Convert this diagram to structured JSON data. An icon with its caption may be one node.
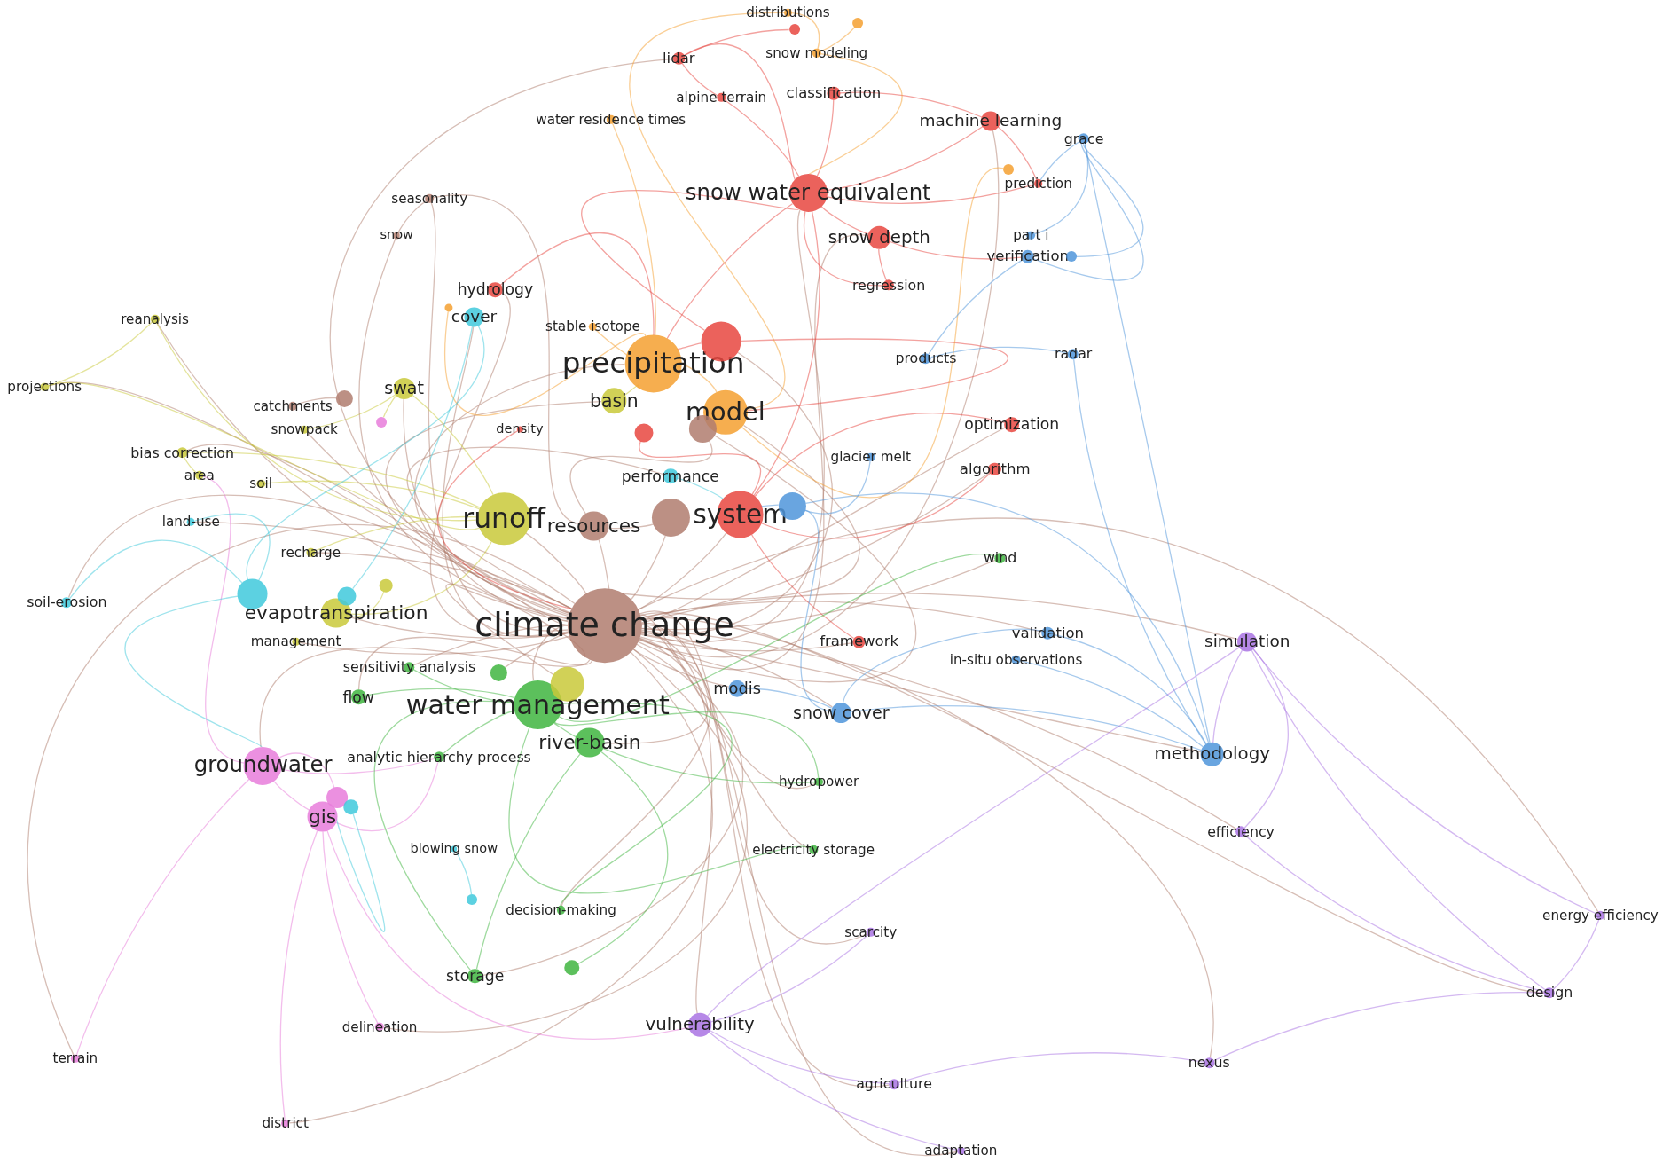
{
  "diagram": {
    "nodes": [
      {
        "text": [
          "distributions"
        ]
      },
      {
        "text": [
          "snow modeling"
        ]
      },
      {
        "text": [
          "lidar"
        ]
      },
      {
        "text": [
          "alpine terrain"
        ]
      },
      {
        "text": [
          "classification"
        ]
      },
      {
        "text": [
          "water residence times"
        ]
      },
      {
        "text": [
          "machine learning"
        ]
      },
      {
        "text": [
          "grace"
        ]
      },
      {
        "text": [
          "snow water equivalent"
        ]
      },
      {
        "text": [
          "prediction"
        ]
      },
      {
        "text": [
          "seasonality"
        ]
      },
      {
        "text": [
          "snow"
        ]
      },
      {
        "text": [
          "snow depth"
        ]
      },
      {
        "text": [
          "part i"
        ]
      },
      {
        "text": [
          "verification"
        ]
      },
      {
        "text": [
          "regression"
        ]
      },
      {
        "text": [
          "hydrology"
        ]
      },
      {
        "text": [
          "cover"
        ]
      },
      {
        "text": [
          "stable isotope"
        ]
      },
      {
        "text": [
          "reanalysis"
        ]
      },
      {
        "text": [
          "precipitation"
        ]
      },
      {
        "text": [
          "products"
        ]
      },
      {
        "text": [
          "radar"
        ]
      },
      {
        "text": [
          "projections"
        ]
      },
      {
        "text": [
          "swat"
        ]
      },
      {
        "text": [
          "catchments"
        ]
      },
      {
        "text": [
          "model"
        ]
      },
      {
        "text": [
          "basin"
        ]
      },
      {
        "text": [
          "density"
        ]
      },
      {
        "text": [
          "optimization"
        ]
      },
      {
        "text": [
          "snowpack"
        ]
      },
      {
        "text": [
          "bias correction"
        ]
      },
      {
        "text": [
          "area"
        ]
      },
      {
        "text": [
          "soil"
        ]
      },
      {
        "text": [
          "glacier melt"
        ]
      },
      {
        "text": [
          "algorithm"
        ]
      },
      {
        "text": [
          "performance"
        ]
      },
      {
        "text": [
          "runoff"
        ]
      },
      {
        "text": [
          "resources"
        ]
      },
      {
        "text": [
          "system"
        ]
      },
      {
        "text": [
          "land-use"
        ]
      },
      {
        "text": [
          "recharge"
        ]
      },
      {
        "text": [
          "wind"
        ]
      },
      {
        "text": [
          "soil-erosion"
        ]
      },
      {
        "text": [
          "evapotranspiration"
        ]
      },
      {
        "text": [
          "climate change"
        ]
      },
      {
        "text": [
          "management"
        ]
      },
      {
        "text": [
          "framework"
        ]
      },
      {
        "text": [
          "validation"
        ]
      },
      {
        "text": [
          "simulation"
        ]
      },
      {
        "text": [
          "in-situ observations"
        ]
      },
      {
        "text": [
          "sensitivity analysis"
        ]
      },
      {
        "text": [
          "flow"
        ]
      },
      {
        "text": [
          "water management"
        ]
      },
      {
        "text": [
          "modis"
        ]
      },
      {
        "text": [
          "snow cover"
        ]
      },
      {
        "text": [
          "groundwater"
        ]
      },
      {
        "text": [
          "river-basin"
        ]
      },
      {
        "text": [
          "analytic hierarchy process"
        ]
      },
      {
        "text": [
          "methodology"
        ]
      },
      {
        "text": [
          "hydropower"
        ]
      },
      {
        "text": [
          "gis"
        ]
      },
      {
        "text": [
          "efficiency"
        ]
      },
      {
        "text": [
          "blowing snow"
        ]
      },
      {
        "text": [
          "electricity storage"
        ]
      },
      {
        "text": [
          "decision-making"
        ]
      },
      {
        "text": [
          "energy efficiency"
        ]
      },
      {
        "text": [
          "scarcity"
        ]
      },
      {
        "text": [
          "storage"
        ]
      },
      {
        "text": [
          "design"
        ]
      },
      {
        "text": [
          "vulnerability"
        ]
      },
      {
        "text": [
          "delineation"
        ]
      },
      {
        "text": [
          "terrain"
        ]
      },
      {
        "text": [
          "nexus"
        ]
      },
      {
        "text": [
          "agriculture"
        ]
      },
      {
        "text": [
          "district"
        ]
      },
      {
        "text": [
          "adaptation"
        ]
      },
      {
        "text": [],
        "shape": "circle"
      },
      {
        "text": [],
        "shape": "circle"
      },
      {
        "text": [],
        "shape": "circle"
      },
      {
        "text": [],
        "shape": "circle"
      },
      {
        "text": [],
        "shape": "circle"
      },
      {
        "text": [],
        "shape": "circle"
      },
      {
        "text": [],
        "shape": "circle"
      },
      {
        "text": [],
        "shape": "circle"
      },
      {
        "text": [],
        "shape": "circle"
      },
      {
        "text": [],
        "shape": "circle"
      },
      {
        "text": [],
        "shape": "circle"
      },
      {
        "text": [],
        "shape": "circle"
      },
      {
        "text": [],
        "shape": "circle"
      },
      {
        "text": [],
        "shape": "circle"
      },
      {
        "text": [],
        "shape": "circle"
      },
      {
        "text": [],
        "shape": "circle"
      },
      {
        "text": [],
        "shape": "circle"
      },
      {
        "text": [],
        "shape": "circle"
      },
      {
        "text": [],
        "shape": "circle"
      },
      {
        "text": [],
        "shape": "circle"
      },
      {
        "text": [],
        "shape": "circle"
      }
    ],
    "edges": [
      {
        "from": 45,
        "to": 8,
        "arrow": "none"
      },
      {
        "from": 45,
        "to": 12,
        "arrow": "none"
      },
      {
        "from": 45,
        "to": 20,
        "arrow": "none"
      },
      {
        "from": 45,
        "to": 26,
        "arrow": "none"
      },
      {
        "from": 45,
        "to": 37,
        "arrow": "none"
      },
      {
        "from": 45,
        "to": 38,
        "arrow": "none"
      },
      {
        "from": 45,
        "to": 39,
        "arrow": "none"
      },
      {
        "from": 45,
        "to": 53,
        "arrow": "none"
      },
      {
        "from": 45,
        "to": 56,
        "arrow": "none"
      },
      {
        "from": 45,
        "to": 57,
        "arrow": "none"
      },
      {
        "from": 61,
        "to": 58,
        "arrow": "none",
        "color": "#e77cda"
      },
      {
        "from": 45,
        "to": 44,
        "arrow": "none"
      },
      {
        "from": 45,
        "to": 24,
        "arrow": "none"
      },
      {
        "from": 45,
        "to": 27,
        "arrow": "none"
      },
      {
        "from": 45,
        "to": 16,
        "arrow": "none"
      },
      {
        "from": 45,
        "to": 17,
        "arrow": "none"
      },
      {
        "from": 45,
        "to": 49,
        "arrow": "none"
      },
      {
        "from": 45,
        "to": 59,
        "arrow": "none"
      },
      {
        "from": 45,
        "to": 54,
        "arrow": "none"
      },
      {
        "from": 45,
        "to": 55,
        "arrow": "none"
      },
      {
        "from": 45,
        "to": 70,
        "arrow": "none"
      },
      {
        "from": 45,
        "to": 68,
        "arrow": "none"
      },
      {
        "from": 45,
        "to": 65,
        "arrow": "none"
      },
      {
        "from": 45,
        "to": 67,
        "arrow": "none"
      },
      {
        "from": 45,
        "to": 2,
        "arrow": "none"
      },
      {
        "from": 45,
        "to": 6,
        "arrow": "none"
      },
      {
        "from": 45,
        "to": 29,
        "arrow": "none"
      },
      {
        "from": 45,
        "to": 35,
        "arrow": "none"
      },
      {
        "from": 45,
        "to": 47,
        "arrow": "none"
      },
      {
        "from": 45,
        "to": 48,
        "arrow": "none"
      },
      {
        "from": 45,
        "to": 42,
        "arrow": "none"
      },
      {
        "from": 45,
        "to": 60,
        "arrow": "none"
      },
      {
        "from": 45,
        "to": 64,
        "arrow": "none"
      },
      {
        "from": 45,
        "to": 51,
        "arrow": "none"
      },
      {
        "from": 45,
        "to": 52,
        "arrow": "none"
      },
      {
        "from": 56,
        "to": 58,
        "arrow": "none",
        "color": "#e77cda"
      },
      {
        "from": 45,
        "to": 36,
        "arrow": "none"
      },
      {
        "from": 45,
        "to": 41,
        "arrow": "none"
      },
      {
        "from": 45,
        "to": 10,
        "arrow": "none"
      },
      {
        "from": 45,
        "to": 19,
        "arrow": "none"
      },
      {
        "from": 45,
        "to": 31,
        "arrow": "none"
      },
      {
        "from": 45,
        "to": 23,
        "arrow": "none"
      },
      {
        "from": 45,
        "to": 40,
        "arrow": "none"
      },
      {
        "from": 45,
        "to": 43,
        "arrow": "none"
      },
      {
        "from": 45,
        "to": 46,
        "arrow": "none"
      },
      {
        "from": 45,
        "to": 69,
        "arrow": "none"
      },
      {
        "from": 45,
        "to": 73,
        "arrow": "none"
      },
      {
        "from": 45,
        "to": 74,
        "arrow": "none"
      },
      {
        "from": 45,
        "to": 76,
        "arrow": "none"
      },
      {
        "from": 45,
        "to": 71,
        "arrow": "none"
      },
      {
        "from": 45,
        "to": 72,
        "arrow": "none"
      },
      {
        "from": 45,
        "to": 75,
        "arrow": "none"
      },
      {
        "from": 45,
        "to": 66,
        "arrow": "none"
      },
      {
        "from": 45,
        "to": 62,
        "arrow": "none"
      },
      {
        "from": 45,
        "to": 90,
        "arrow": "none"
      },
      {
        "from": 45,
        "to": 87,
        "arrow": "none"
      },
      {
        "from": 45,
        "to": 92,
        "arrow": "none"
      },
      {
        "from": 45,
        "to": 91,
        "arrow": "none"
      },
      {
        "from": 8,
        "to": 2,
        "arrow": "none",
        "color": "#e8463f"
      },
      {
        "from": 8,
        "to": 4,
        "arrow": "none",
        "color": "#e8463f"
      },
      {
        "from": 8,
        "to": 6,
        "arrow": "none",
        "color": "#e8463f"
      },
      {
        "from": 8,
        "to": 12,
        "arrow": "none",
        "color": "#e8463f"
      },
      {
        "from": 8,
        "to": 3,
        "arrow": "none",
        "color": "#e8463f"
      },
      {
        "from": 8,
        "to": 9,
        "arrow": "none",
        "color": "#e8463f"
      },
      {
        "from": 8,
        "to": 15,
        "arrow": "none",
        "color": "#e8463f"
      },
      {
        "from": 8,
        "to": 20,
        "arrow": "none",
        "color": "#e8463f"
      },
      {
        "from": 8,
        "to": 39,
        "arrow": "none",
        "color": "#e8463f"
      },
      {
        "from": 8,
        "to": 92,
        "arrow": "none",
        "color": "#e8463f"
      },
      {
        "from": 12,
        "to": 15,
        "arrow": "none",
        "color": "#e8463f"
      },
      {
        "from": 12,
        "to": 14,
        "arrow": "none",
        "color": "#e8463f"
      },
      {
        "from": 6,
        "to": 9,
        "arrow": "none",
        "color": "#e8463f"
      },
      {
        "from": 6,
        "to": 4,
        "arrow": "none",
        "color": "#e8463f"
      },
      {
        "from": 2,
        "to": 3,
        "arrow": "none",
        "color": "#e8463f"
      },
      {
        "from": 2,
        "to": 94,
        "arrow": "none",
        "color": "#e8463f"
      },
      {
        "from": 0,
        "to": 1,
        "arrow": "none",
        "color": "#f5a030"
      },
      {
        "from": 1,
        "to": 95,
        "arrow": "none",
        "color": "#f5a030"
      },
      {
        "from": 1,
        "to": 8,
        "arrow": "none",
        "color": "#f5a030"
      },
      {
        "from": 5,
        "to": 20,
        "arrow": "none",
        "color": "#f5a030"
      },
      {
        "from": 18,
        "to": 20,
        "arrow": "none",
        "color": "#f5a030"
      },
      {
        "from": 16,
        "to": 20,
        "arrow": "none",
        "color": "#e8463f"
      },
      {
        "from": 92,
        "to": 20,
        "arrow": "none",
        "color": "#e8463f"
      },
      {
        "from": 92,
        "to": 26,
        "arrow": "none",
        "color": "#e8463f"
      },
      {
        "from": 39,
        "to": 35,
        "arrow": "none",
        "color": "#e8463f"
      },
      {
        "from": 39,
        "to": 29,
        "arrow": "none",
        "color": "#e8463f"
      },
      {
        "from": 39,
        "to": 47,
        "arrow": "none",
        "color": "#e8463f"
      },
      {
        "from": 39,
        "to": 89,
        "arrow": "none",
        "color": "#e8463f"
      },
      {
        "from": 26,
        "to": 20,
        "arrow": "none",
        "color": "#f5a030"
      },
      {
        "from": 26,
        "to": 0,
        "arrow": "none",
        "color": "#f5a030"
      },
      {
        "from": 26,
        "to": 96,
        "arrow": "none",
        "color": "#f5a030"
      },
      {
        "from": 20,
        "to": 84,
        "arrow": "none",
        "color": "#f5a030"
      },
      {
        "from": 7,
        "to": 9,
        "arrow": "none",
        "color": "#4f95db"
      },
      {
        "from": 7,
        "to": 14,
        "arrow": "none",
        "color": "#4f95db"
      },
      {
        "from": 7,
        "to": 13,
        "arrow": "none",
        "color": "#4f95db"
      },
      {
        "from": 7,
        "to": 97,
        "arrow": "none",
        "color": "#4f95db"
      },
      {
        "from": 14,
        "to": 21,
        "arrow": "none",
        "color": "#4f95db"
      },
      {
        "from": 22,
        "to": 21,
        "arrow": "none",
        "color": "#4f95db"
      },
      {
        "from": 93,
        "to": 39,
        "arrow": "none",
        "color": "#4f95db"
      },
      {
        "from": 93,
        "to": 55,
        "arrow": "none",
        "color": "#4f95db"
      },
      {
        "from": 93,
        "to": 59,
        "arrow": "none",
        "color": "#4f95db"
      },
      {
        "from": 55,
        "to": 54,
        "arrow": "none",
        "color": "#4f95db"
      },
      {
        "from": 55,
        "to": 48,
        "arrow": "none",
        "color": "#4f95db"
      },
      {
        "from": 59,
        "to": 48,
        "arrow": "none",
        "color": "#4f95db"
      },
      {
        "from": 59,
        "to": 50,
        "arrow": "none",
        "color": "#4f95db"
      },
      {
        "from": 59,
        "to": 55,
        "arrow": "none",
        "color": "#4f95db"
      },
      {
        "from": 34,
        "to": 93,
        "arrow": "none",
        "color": "#4f95db"
      },
      {
        "from": 7,
        "to": 59,
        "arrow": "none",
        "color": "#4f95db"
      },
      {
        "from": 22,
        "to": 59,
        "arrow": "none",
        "color": "#4f95db"
      },
      {
        "from": 49,
        "to": 59,
        "arrow": "none",
        "color": "#a973e3"
      },
      {
        "from": 49,
        "to": 69,
        "arrow": "none",
        "color": "#a973e3"
      },
      {
        "from": 49,
        "to": 66,
        "arrow": "none",
        "color": "#a973e3"
      },
      {
        "from": 49,
        "to": 62,
        "arrow": "none",
        "color": "#a973e3"
      },
      {
        "from": 69,
        "to": 73,
        "arrow": "none",
        "color": "#a973e3"
      },
      {
        "from": 69,
        "to": 66,
        "arrow": "none",
        "color": "#a973e3"
      },
      {
        "from": 70,
        "to": 74,
        "arrow": "none",
        "color": "#a973e3"
      },
      {
        "from": 70,
        "to": 76,
        "arrow": "none",
        "color": "#a973e3"
      },
      {
        "from": 70,
        "to": 67,
        "arrow": "none",
        "color": "#a973e3"
      },
      {
        "from": 73,
        "to": 74,
        "arrow": "none",
        "color": "#a973e3"
      },
      {
        "from": 62,
        "to": 69,
        "arrow": "none",
        "color": "#a973e3"
      },
      {
        "from": 49,
        "to": 70,
        "arrow": "none",
        "color": "#a973e3"
      },
      {
        "from": 53,
        "to": 57,
        "arrow": "none",
        "color": "#3fb53f"
      },
      {
        "from": 53,
        "to": 68,
        "arrow": "none",
        "color": "#3fb53f"
      },
      {
        "from": 53,
        "to": 65,
        "arrow": "none",
        "color": "#3fb53f"
      },
      {
        "from": 53,
        "to": 60,
        "arrow": "none",
        "color": "#3fb53f"
      },
      {
        "from": 53,
        "to": 64,
        "arrow": "none",
        "color": "#3fb53f"
      },
      {
        "from": 57,
        "to": 68,
        "arrow": "none",
        "color": "#3fb53f"
      },
      {
        "from": 57,
        "to": 88,
        "arrow": "none",
        "color": "#3fb53f"
      },
      {
        "from": 53,
        "to": 42,
        "arrow": "none",
        "color": "#3fb53f"
      },
      {
        "from": 53,
        "to": 51,
        "arrow": "none",
        "color": "#3fb53f"
      },
      {
        "from": 53,
        "to": 52,
        "arrow": "none",
        "color": "#3fb53f"
      },
      {
        "from": 53,
        "to": 58,
        "arrow": "none",
        "color": "#3fb53f"
      },
      {
        "from": 57,
        "to": 60,
        "arrow": "none",
        "color": "#3fb53f"
      },
      {
        "from": 56,
        "to": 61,
        "arrow": "none",
        "color": "#e77cda"
      },
      {
        "from": 56,
        "to": 72,
        "arrow": "none",
        "color": "#e77cda"
      },
      {
        "from": 61,
        "to": 75,
        "arrow": "none",
        "color": "#e77cda"
      },
      {
        "from": 61,
        "to": 71,
        "arrow": "none",
        "color": "#e77cda"
      },
      {
        "from": 56,
        "to": 78,
        "arrow": "none",
        "color": "#e77cda"
      },
      {
        "from": 56,
        "to": 32,
        "arrow": "none",
        "color": "#e77cda"
      },
      {
        "from": 61,
        "to": 70,
        "arrow": "none",
        "color": "#e77cda"
      },
      {
        "from": 37,
        "to": 24,
        "arrow": "none",
        "color": "#c9c93a"
      },
      {
        "from": 37,
        "to": 44,
        "arrow": "none",
        "color": "#c9c93a"
      },
      {
        "from": 37,
        "to": 19,
        "arrow": "none",
        "color": "#c9c93a"
      },
      {
        "from": 37,
        "to": 23,
        "arrow": "none",
        "color": "#c9c93a"
      },
      {
        "from": 37,
        "to": 31,
        "arrow": "none",
        "color": "#c9c93a"
      },
      {
        "from": 37,
        "to": 33,
        "arrow": "none",
        "color": "#c9c93a"
      },
      {
        "from": 37,
        "to": 41,
        "arrow": "none",
        "color": "#c9c93a"
      },
      {
        "from": 27,
        "to": 20,
        "arrow": "none",
        "color": "#c9c93a"
      },
      {
        "from": 24,
        "to": 30,
        "arrow": "none",
        "color": "#c9c93a"
      },
      {
        "from": 23,
        "to": 19,
        "arrow": "none",
        "color": "#c9c93a"
      },
      {
        "from": 31,
        "to": 32,
        "arrow": "none",
        "color": "#c9c93a"
      },
      {
        "from": 24,
        "to": 83,
        "arrow": "none",
        "color": "#c9c93a"
      },
      {
        "from": 44,
        "to": 82,
        "arrow": "none",
        "color": "#c9c93a"
      },
      {
        "from": 17,
        "to": 77,
        "arrow": "none",
        "color": "#40c9dc"
      },
      {
        "from": 77,
        "to": 43,
        "arrow": "none",
        "color": "#40c9dc"
      },
      {
        "from": 77,
        "to": 40,
        "arrow": "none",
        "color": "#40c9dc"
      },
      {
        "from": 77,
        "to": 56,
        "arrow": "none",
        "color": "#40c9dc"
      },
      {
        "from": 80,
        "to": 17,
        "arrow": "none",
        "color": "#40c9dc"
      },
      {
        "from": 81,
        "to": 61,
        "arrow": "none",
        "color": "#40c9dc"
      },
      {
        "from": 85,
        "to": 63,
        "arrow": "none",
        "color": "#40c9dc"
      },
      {
        "from": 36,
        "to": 39,
        "arrow": "none",
        "color": "#40c9dc"
      },
      {
        "from": 38,
        "to": 90,
        "arrow": "none"
      },
      {
        "from": 10,
        "to": 11,
        "arrow": "none"
      },
      {
        "from": 10,
        "to": 38,
        "arrow": "none"
      },
      {
        "from": 79,
        "to": 25,
        "arrow": "none"
      },
      {
        "from": 91,
        "to": 38,
        "arrow": "none"
      },
      {
        "from": 45,
        "to": 86,
        "arrow": "none"
      },
      {
        "from": 11,
        "to": 45,
        "arrow": "none"
      },
      {
        "from": 28,
        "to": 45,
        "arrow": "none",
        "color": "#e8463f"
      },
      {
        "from": 45,
        "to": 30,
        "arrow": "none"
      }
    ]
  }
}
